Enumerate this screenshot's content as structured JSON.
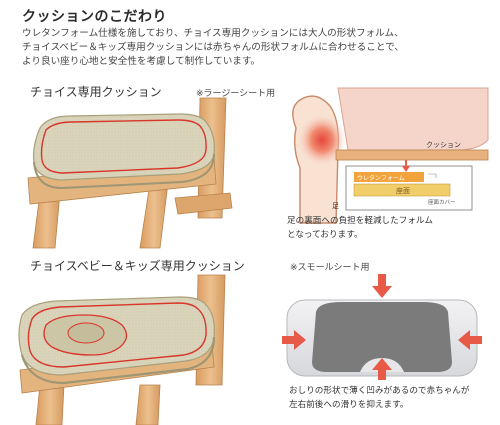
{
  "header": {
    "title": "クッションのこだわり",
    "lines": [
      "ウレタンフォーム仕様を施しており、チョイス専用クッションには大人の形状フォルム、",
      "チョイスベビー＆キッズ専用クッションには赤ちゃんの形状フォルムに合わせることで、",
      "より良い座り心地と安全性を考慮して制作しています。"
    ]
  },
  "section1": {
    "label": "チョイス専用クッション",
    "note": "※ラージーシート用",
    "diagram": {
      "cushion_label": "クッション",
      "foam_label": "ウレタンフォーム",
      "seat_label": "座面",
      "cover_label": "座面カバー",
      "leg_label": "足"
    },
    "caption": [
      "足の裏面への負担を軽減したフォルム",
      "となっております。"
    ]
  },
  "section2": {
    "label": "チョイスベビー＆キッズ専用クッション",
    "note": "※スモールシート用",
    "caption": [
      "おしりの形状で薄く凹みがあるので赤ちゃんが",
      "左右前後への滑りを抑えます。"
    ]
  },
  "colors": {
    "cushion_fabric": "#d8d3b8",
    "cushion_border": "#a99f7a",
    "red_outline": "#d9352b",
    "wood": "#e2b27e",
    "wood_dark": "#c88d55",
    "seat_pink": "#f0d9cf",
    "arrow_red": "#e85a48",
    "gray_seat": "#7b7b7b"
  }
}
